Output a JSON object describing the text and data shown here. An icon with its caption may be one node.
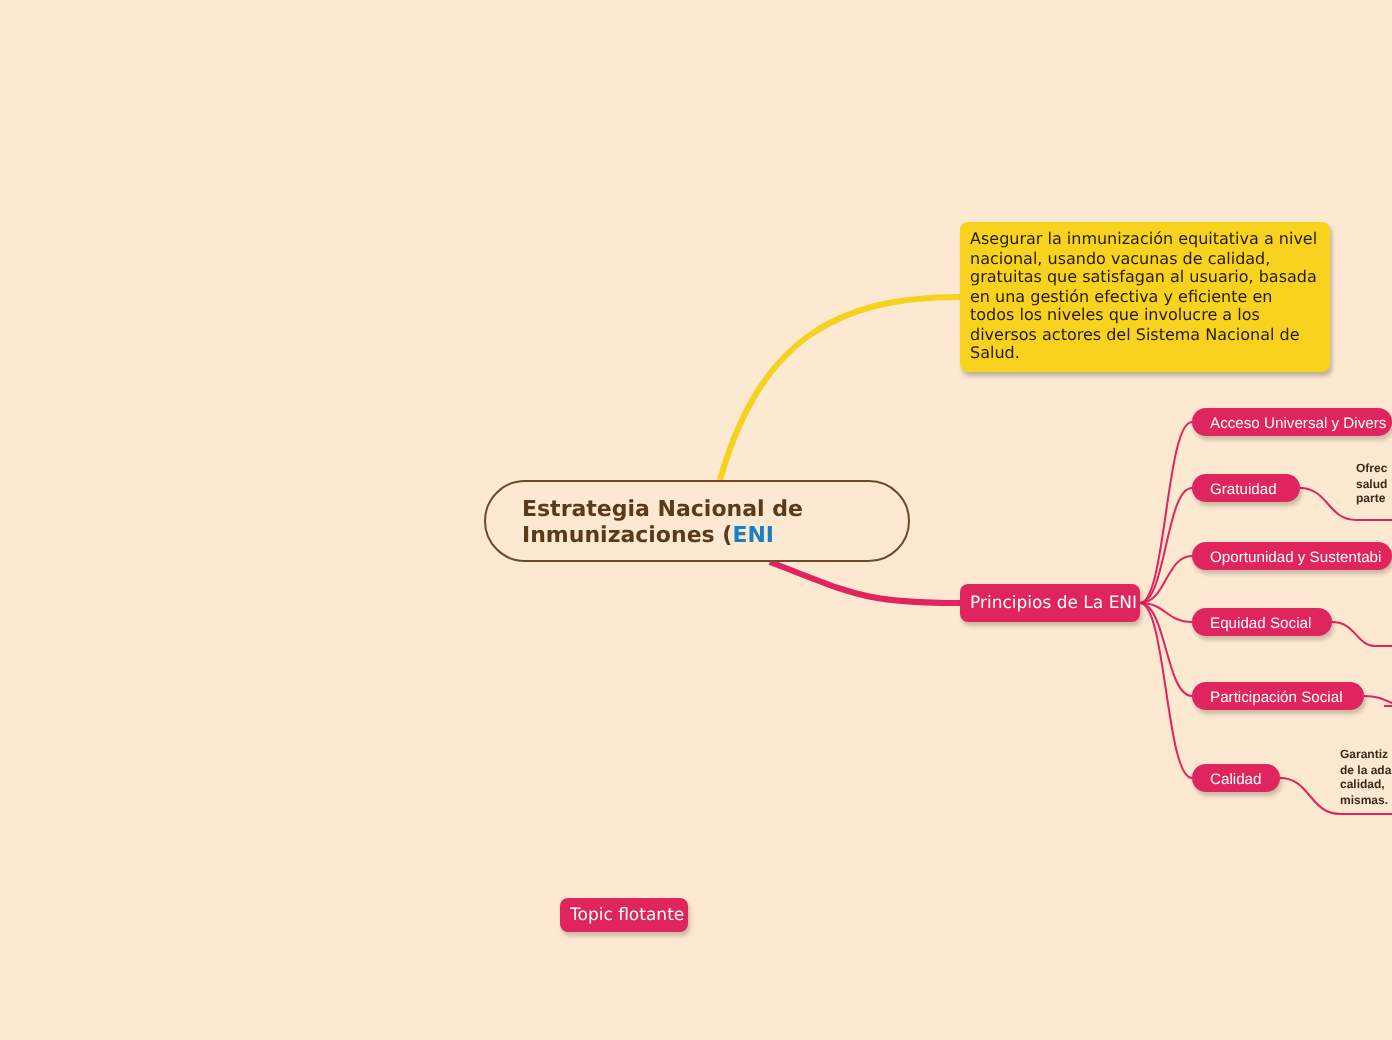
{
  "diagram": {
    "nodes": [
      {
        "text": [
          "Estrategia Nacional de Inmunizaciones (",
          "ENI"
        ]
      },
      {
        "text": [
          "Asegurar la inmunización equitativa a nivel nacional, usando vacunas de calidad, gratuitas que satisfagan al usuario, basada en una gestión efectiva y eficiente en todos los niveles que involucre a los diversos actores del Sistema Nacional de Salud."
        ]
      },
      {
        "text": [
          "Principios de La ENI"
        ]
      },
      {
        "text": [
          "Acceso Universal y Divers"
        ]
      },
      {
        "text": [
          "Gratuidad"
        ]
      },
      {
        "text": [
          "Ofrec salud parte"
        ]
      },
      {
        "text": [
          "Oportunidad y Sustentabi"
        ]
      },
      {
        "text": [
          "Equidad Social"
        ]
      },
      {
        "text": [
          "Participación Social"
        ]
      },
      {
        "text": [
          "Calidad"
        ]
      },
      {
        "text": [
          "Garantiz de la ada calidad, mismas."
        ]
      },
      {
        "text": [
          "Topic flotante"
        ]
      }
    ],
    "edges": [
      {
        "from": 0,
        "to": 1,
        "arrow": "none",
        "style": "thick",
        "color": "#f5d21f"
      },
      {
        "from": 0,
        "to": 2,
        "arrow": "none",
        "style": "thick"
      },
      {
        "from": 2,
        "to": 3,
        "arrow": "none"
      },
      {
        "from": 2,
        "to": 4,
        "arrow": "none"
      },
      {
        "from": 4,
        "to": 5,
        "arrow": "none"
      },
      {
        "from": 2,
        "to": 6,
        "arrow": "none"
      },
      {
        "from": 2,
        "to": 7,
        "arrow": "none"
      },
      {
        "from": 7,
        "to": null,
        "arrow": "none"
      },
      {
        "from": 2,
        "to": 8,
        "arrow": "none"
      },
      {
        "from": 8,
        "to": null,
        "arrow": "none"
      },
      {
        "from": 2,
        "to": 9,
        "arrow": "none"
      },
      {
        "from": 9,
        "to": 10,
        "arrow": "none"
      }
    ]
  }
}
